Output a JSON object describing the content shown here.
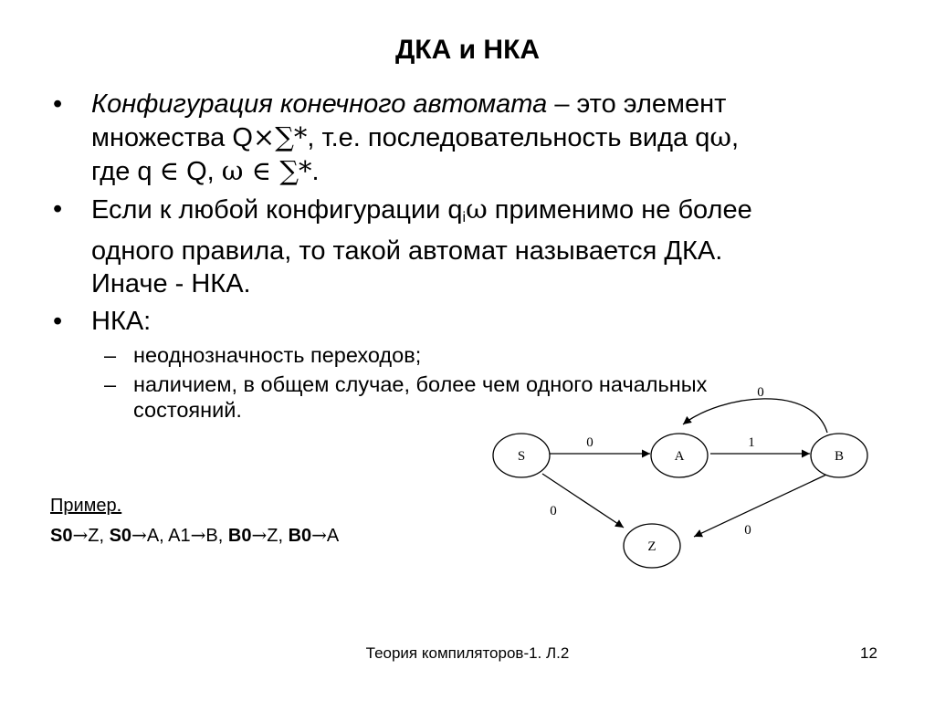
{
  "slide": {
    "title": "ДКА и НКА",
    "footer": "Теория компиляторов-1. Л.2",
    "page_number": "12"
  },
  "bullets": [
    {
      "marker": "•",
      "line1_italic": "Конфигурация конечного автомата",
      "line1_rest": " – это элемент",
      "line2_a": "множества Q",
      "line2_times": "×",
      "line2_sigma": "∑*",
      "line2_b": ", т.е. последовательность вида q",
      "line2_omega": "ω",
      "line2_c": ",",
      "line3_a": "где q ",
      "line3_in1": "∈",
      "line3_b": " Q, ",
      "line3_omega": "ω",
      "line3_in2": " ∈ ",
      "line3_sigma": "∑*",
      "line3_c": "."
    },
    {
      "marker": "•",
      "line1_a": "Если к любой конфигурации q",
      "line1_sub": "i",
      "line1_omega": "ω",
      "line1_b": " применимо не более",
      "line2": "одного правила, то такой автомат называется ДКА.",
      "line3": "Иначе - НКА."
    },
    {
      "marker": "•",
      "text": "НКА:"
    }
  ],
  "sub_items": [
    {
      "marker": "–",
      "text": "неоднозначность переходов;"
    },
    {
      "marker": "–",
      "line1": "наличием, в общем случае, более чем одного начальных",
      "line2": "состояний."
    }
  ],
  "example": {
    "label": "Пример.",
    "rules": [
      {
        "lhs": "S0",
        "arrow": "→",
        "rhs": "Z",
        "sep": ", "
      },
      {
        "lhs": "S0",
        "arrow": "→",
        "rhs": "A",
        "sep": ", "
      },
      {
        "lhs": "A1",
        "arrow": "→",
        "rhs": "B",
        "sep": ", "
      },
      {
        "lhs": "B0",
        "arrow": "→",
        "rhs": "Z",
        "sep": ", "
      },
      {
        "lhs": "B0",
        "arrow": "→",
        "rhs": "A",
        "sep": ""
      }
    ]
  },
  "diagram": {
    "states": [
      {
        "id": "S",
        "label": "S"
      },
      {
        "id": "A",
        "label": "A"
      },
      {
        "id": "B",
        "label": "B"
      },
      {
        "id": "Z",
        "label": "Z"
      }
    ],
    "transitions": [
      {
        "from": "S",
        "to": "A",
        "symbol": "0"
      },
      {
        "from": "A",
        "to": "B",
        "symbol": "1"
      },
      {
        "from": "B",
        "to": "A",
        "symbol": "0"
      },
      {
        "from": "S",
        "to": "Z",
        "symbol": "0"
      },
      {
        "from": "B",
        "to": "Z",
        "symbol": "0"
      }
    ]
  }
}
